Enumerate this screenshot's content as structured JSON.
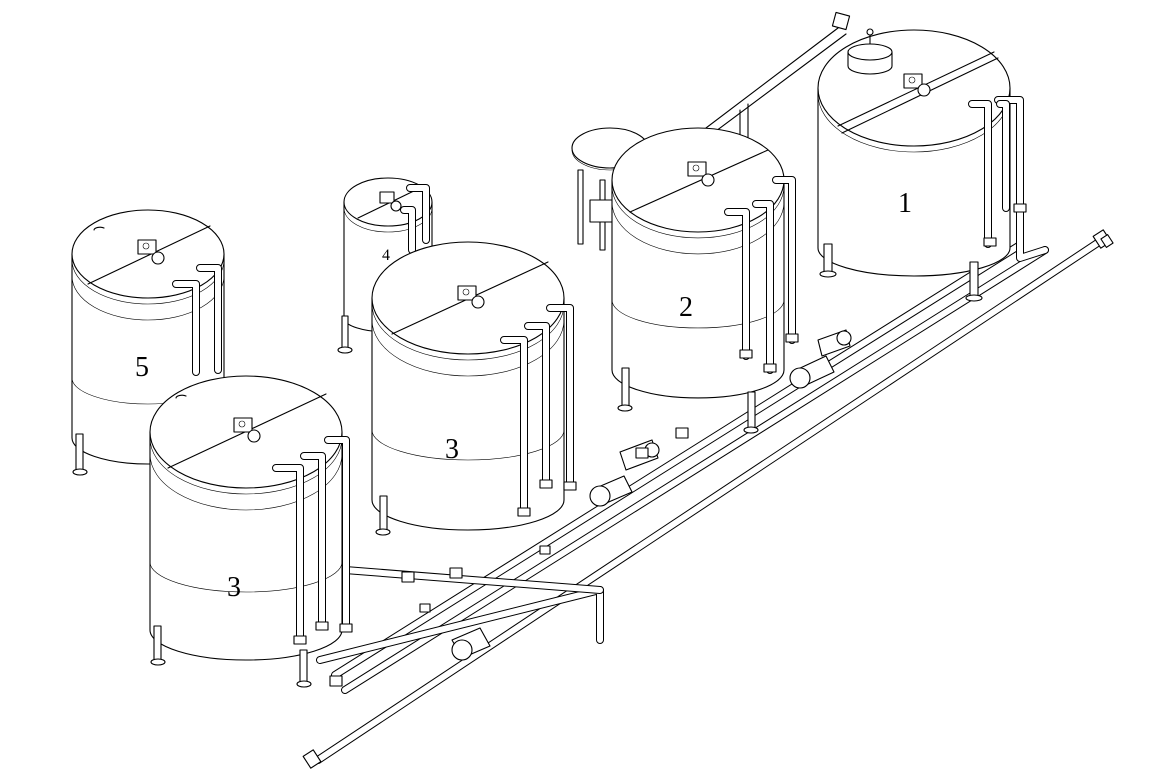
{
  "diagram": {
    "tanks": [
      {
        "id": "tank-1",
        "label": "1"
      },
      {
        "id": "tank-2",
        "label": "2"
      },
      {
        "id": "tank-3-rear",
        "label": "3"
      },
      {
        "id": "tank-4",
        "label": "4"
      },
      {
        "id": "tank-5",
        "label": "5"
      },
      {
        "id": "tank-3-front",
        "label": "3"
      }
    ]
  },
  "colors": {
    "line": "#000000",
    "fill": "#ffffff"
  }
}
